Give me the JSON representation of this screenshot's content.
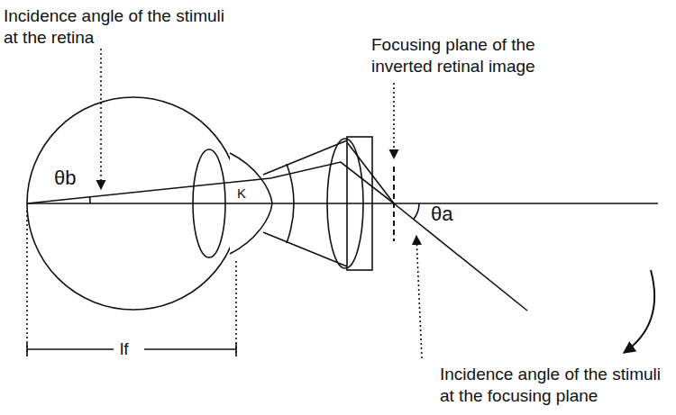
{
  "diagram": {
    "labels": [
      "Incidence angle of the stimuli at the retina",
      "θb",
      "K",
      "Focusing plane of the inverted retinal image",
      "θa",
      "lf",
      "Incidence angle of the stimuli at the focusing plane"
    ]
  }
}
